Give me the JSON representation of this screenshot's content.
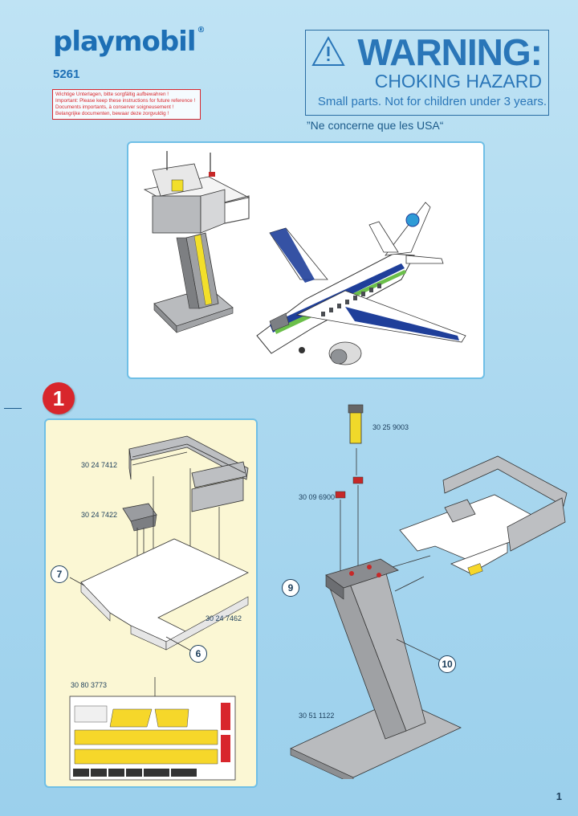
{
  "brand": {
    "logo": "playmobil",
    "set_number": "5261"
  },
  "keep_notice": [
    "Wichtige Unterlagen, bitte sorgfältig aufbewahren !",
    "Important: Please keep these instructions for future reference !",
    "Documents importants, à conserver soigneusement !",
    "Belangrijke documenten, bewaar deze zorgvuldig !"
  ],
  "warning": {
    "title": "WARNING:",
    "subtitle": "CHOKING HAZARD",
    "detail": "Small parts. Not for children under 3 years.",
    "usa_note": "”Ne concerne que les USA“"
  },
  "step": {
    "number": "1"
  },
  "left_panel": {
    "part_railing": "30 24 7412",
    "part_console": "30 24 7422",
    "part_floor": "30 24 7462",
    "part_sticker": "30 80 3773",
    "callout_7": "7",
    "callout_6": "6"
  },
  "right_area": {
    "part_light": "30 25 9003",
    "part_red_light": "30 09 6900",
    "part_tower": "30 51 1122",
    "callout_9": "9",
    "callout_10": "10"
  },
  "page_number": "1"
}
